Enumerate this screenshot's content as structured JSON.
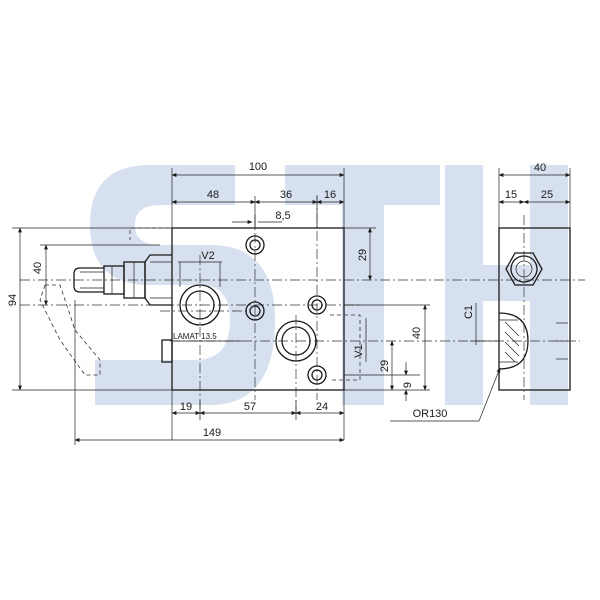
{
  "colors": {
    "watermark": "#c9d6ea",
    "line": "#1a1a1a"
  },
  "front_view": {
    "dimensions": {
      "width_total": "100",
      "d48": "48",
      "d36": "36",
      "d16": "16",
      "d8_5": "8,5",
      "overall": "149",
      "d19": "19",
      "d57": "57",
      "d24": "24",
      "height_94": "94",
      "d40_left": "40",
      "d29_top": "29",
      "d40_right": "40",
      "d29_right": "29",
      "d9": "9"
    },
    "labels": {
      "v2": "V2",
      "v1": "V1",
      "lamat": "LAMAT 13.5"
    }
  },
  "side_view": {
    "dimensions": {
      "width": "40",
      "d15": "15",
      "d25": "25"
    },
    "labels": {
      "c1": "C1",
      "or130": "OR130"
    }
  }
}
